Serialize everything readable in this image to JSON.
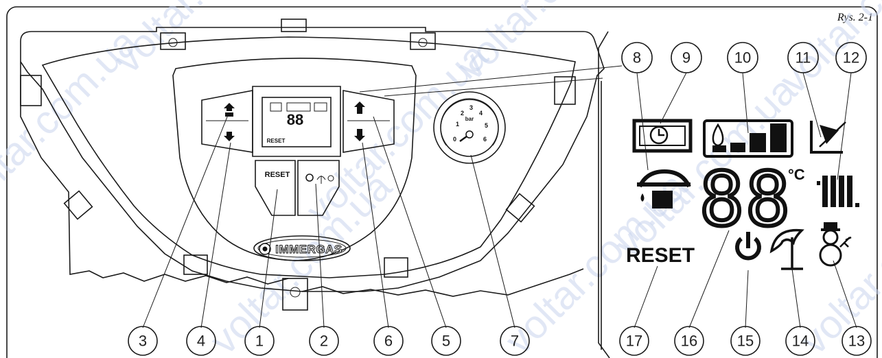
{
  "figure_label": "Rys. 2-1",
  "brand": "IMMERGAS",
  "watermark": "voltar.com.ua",
  "panel": {
    "reset_label": "RESET",
    "gauge_unit": "bar",
    "gauge_ticks": [
      "0",
      "1",
      "2",
      "3",
      "4",
      "5",
      "6"
    ]
  },
  "display": {
    "digits": "88",
    "unit": "°C",
    "reset_label": "RESET"
  },
  "callouts": [
    "1",
    "2",
    "3",
    "4",
    "5",
    "6",
    "7",
    "8",
    "9",
    "10",
    "11",
    "12",
    "13",
    "14",
    "15",
    "16",
    "17"
  ],
  "icons": {
    "clock": "clock-icon",
    "flame_level": "flame-power-bars-icon",
    "curve": "heating-curve-icon",
    "radiator": "radiator-icon",
    "tap": "hot-water-tap-icon",
    "power": "power-icon",
    "summer": "umbrella-icon",
    "winter": "snowman-icon"
  }
}
